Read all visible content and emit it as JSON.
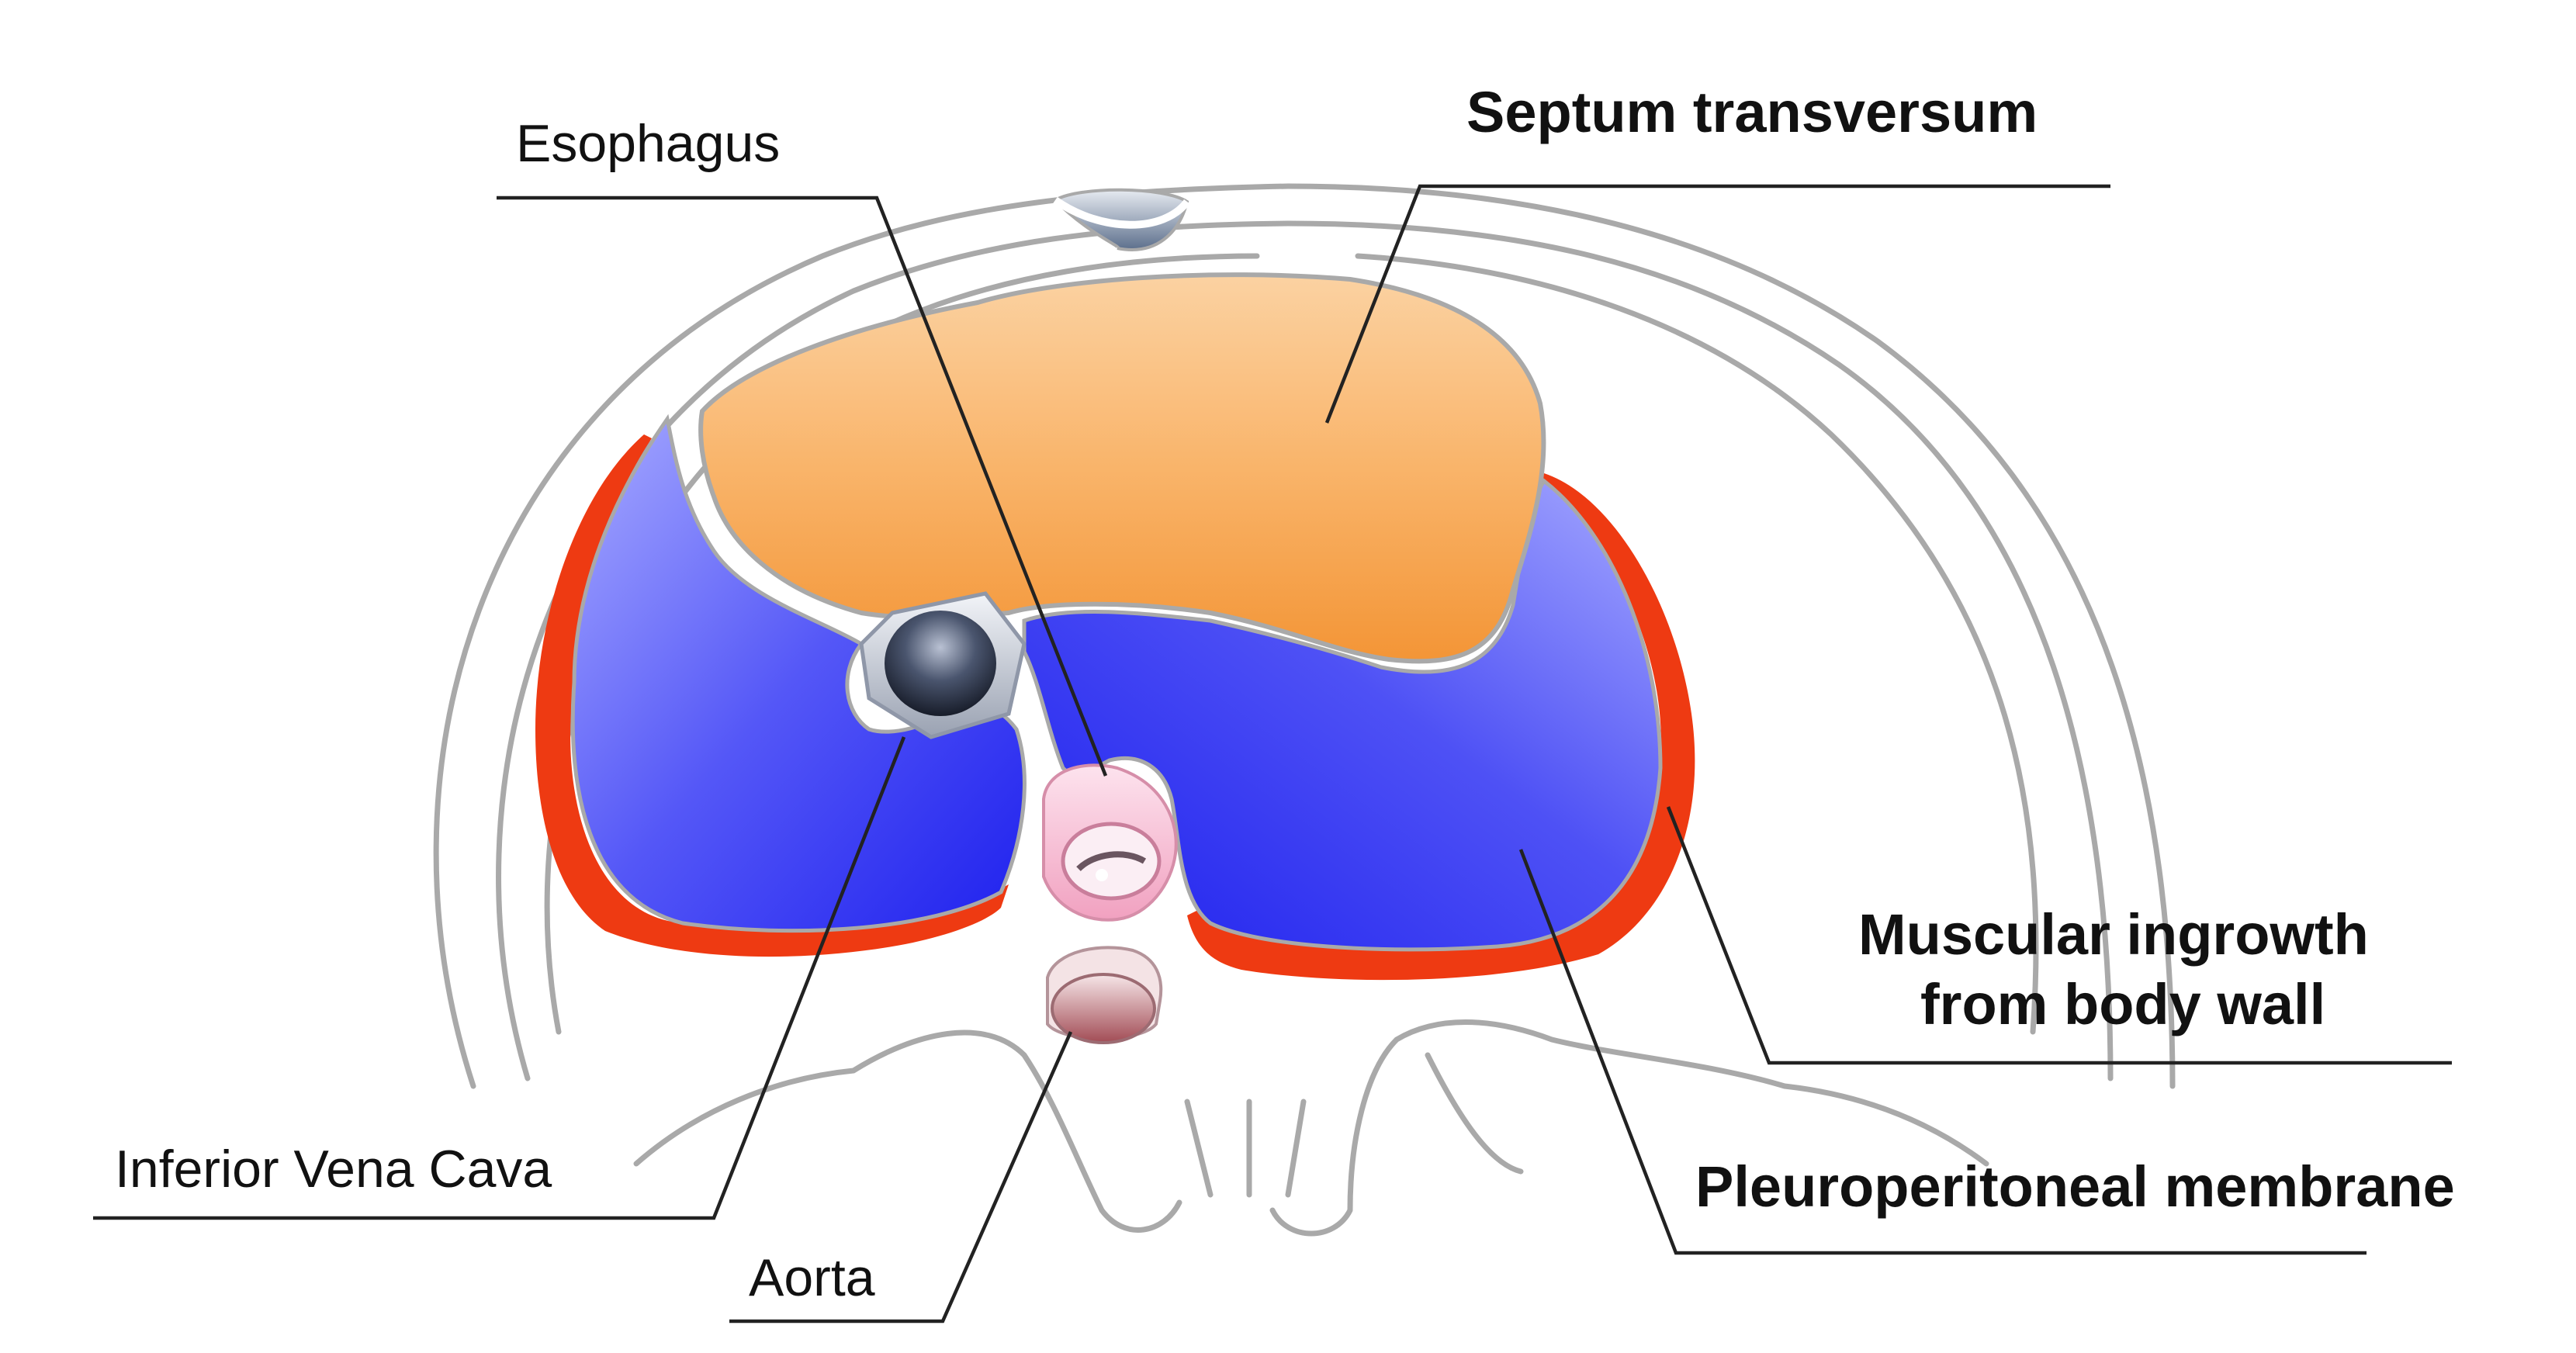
{
  "labels": {
    "esophagus": "Esophagus",
    "septum": "Septum transversum",
    "muscular_line1": "Muscular ingrowth",
    "muscular_line2": "from body wall",
    "ivc": "Inferior Vena Cava",
    "pleuro": "Pleuroperitoneal membrane",
    "aorta": "Aorta"
  },
  "colors": {
    "septum_transversum": "#f7a24a",
    "pleuroperitoneal_membrane": "#2a2cf2",
    "muscular_ingrowth": "#ee3a12",
    "inferior_vena_cava": "#2b3346",
    "esophagus": "#f2a9c4",
    "aorta": "#b05a62",
    "outline": "#a9a9a9"
  }
}
